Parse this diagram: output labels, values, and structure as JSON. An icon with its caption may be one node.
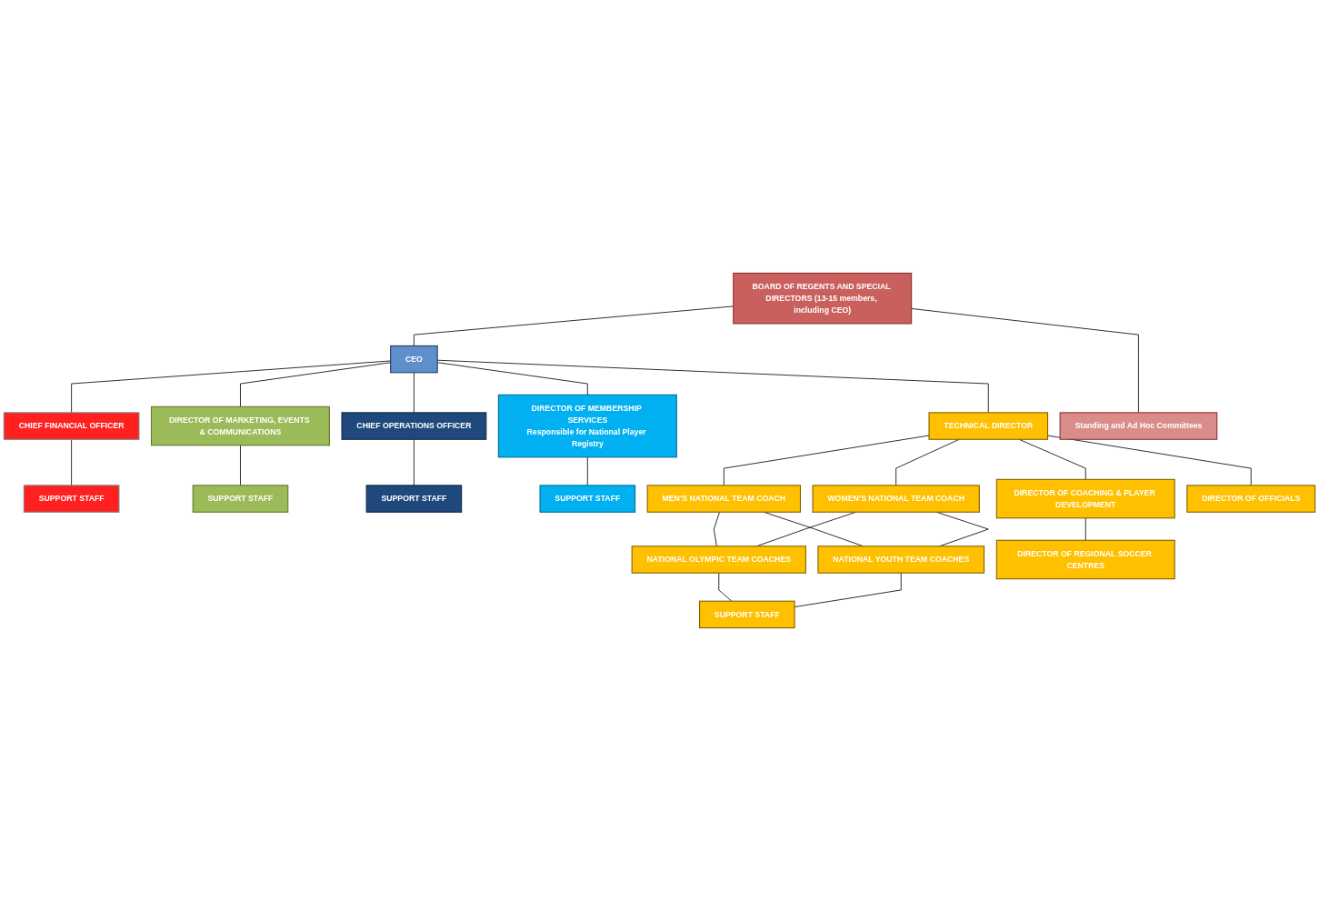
{
  "diagram": {
    "nodes": [
      {
        "text": [
          "BOARD OF REGENTS AND SPECIAL DIRECTORS (13-15 members, including CEO)"
        ]
      },
      {
        "text": [
          "Standing and Ad Hoc Committees"
        ]
      },
      {
        "text": [
          "CEO"
        ]
      },
      {
        "text": [
          "CHIEF FINANCIAL OFFICER"
        ]
      },
      {
        "text": [
          "SUPPORT STAFF"
        ]
      },
      {
        "text": [
          "DIRECTOR OF MARKETING, EVENTS & COMMUNICATIONS"
        ]
      },
      {
        "text": [
          "SUPPORT STAFF"
        ]
      },
      {
        "text": [
          "CHIEF OPERATIONS OFFICER"
        ]
      },
      {
        "text": [
          "SUPPORT STAFF"
        ]
      },
      {
        "text": [
          "TECHNICAL DIRECTOR"
        ]
      },
      {
        "text": [
          "DIRECTOR OF MEMBERSHIP SERVICES",
          "Responsible for National Player Registry"
        ]
      },
      {
        "text": [
          "SUPPORT STAFF"
        ]
      },
      {
        "text": [
          "MEN’S NATIONAL TEAM COACH"
        ]
      },
      {
        "text": [
          "WOMEN’S NATIONAL TEAM COACH"
        ]
      },
      {
        "text": [
          "DIRECTOR OF COACHING & PLAYER DEVELOPMENT"
        ]
      },
      {
        "text": [
          "DIRECTOR OF OFFICIALS"
        ]
      },
      {
        "text": [
          "NATIONAL OLYMPIC TEAM COACHES"
        ]
      },
      {
        "text": [
          "NATIONAL YOUTH TEAM COACHES"
        ]
      },
      {
        "text": [
          "DIRECTOR OF REGIONAL SOCCER CENTRES"
        ]
      },
      {
        "text": [
          "SUPPORT STAFF"
        ]
      }
    ],
    "edges": [
      {
        "from": 0,
        "to": 1,
        "arrow": "none"
      },
      {
        "from": 0,
        "to": 2,
        "arrow": "none"
      },
      {
        "from": 2,
        "to": 3,
        "arrow": "none"
      },
      {
        "from": 2,
        "to": 5,
        "arrow": "none"
      },
      {
        "from": 2,
        "to": 7,
        "arrow": "none"
      },
      {
        "from": 2,
        "to": 9,
        "arrow": "none"
      },
      {
        "from": 2,
        "to": 10,
        "arrow": "none"
      },
      {
        "from": 3,
        "to": 4,
        "arrow": "none"
      },
      {
        "from": 5,
        "to": 6,
        "arrow": "none"
      },
      {
        "from": 7,
        "to": 8,
        "arrow": "none"
      },
      {
        "from": 10,
        "to": 11,
        "arrow": "none"
      },
      {
        "from": 9,
        "to": 12,
        "arrow": "none"
      },
      {
        "from": 9,
        "to": 13,
        "arrow": "none"
      },
      {
        "from": 9,
        "to": 14,
        "arrow": "none"
      },
      {
        "from": 9,
        "to": 15,
        "arrow": "none"
      },
      {
        "from": 12,
        "to": 16,
        "arrow": "none"
      },
      {
        "from": 12,
        "to": 17,
        "arrow": "none"
      },
      {
        "from": 13,
        "to": 16,
        "arrow": "none"
      },
      {
        "from": 13,
        "to": 17,
        "arrow": "none"
      },
      {
        "from": 14,
        "to": 18,
        "arrow": "none"
      },
      {
        "from": 16,
        "to": 19,
        "arrow": "none"
      },
      {
        "from": 17,
        "to": 19,
        "arrow": "none"
      }
    ]
  }
}
